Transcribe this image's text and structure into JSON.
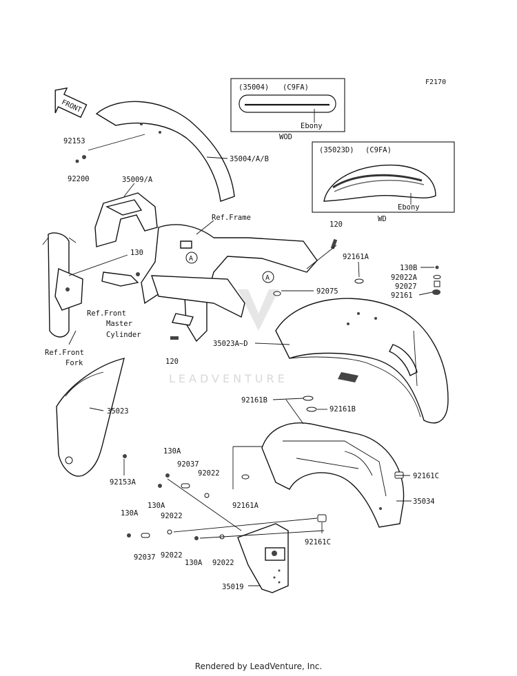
{
  "figure_id": "F2170",
  "front_label": "FRONT",
  "watermark": "LEADVENTURE",
  "footer": "Rendered by LeadVenture, Inc.",
  "inset_wod": {
    "code": "(35004)",
    "color_code": "(C9FA)",
    "color": "Ebony",
    "label": "WOD"
  },
  "inset_wd": {
    "code": "(35023D)",
    "color_code": "(C9FA)",
    "color": "Ebony",
    "label": "WD"
  },
  "callout_a": "A",
  "labels": {
    "p92153": "92153",
    "p92200": "92200",
    "p35004": "35004/A/B",
    "p35009": "35009/A",
    "ref_frame": "Ref.Frame",
    "p120_top": "120",
    "p130_mid": "130",
    "ref_fmc_1": "Ref.Front",
    "ref_fmc_2": "Master",
    "ref_fmc_3": "Cylinder",
    "p120_bot": "120",
    "ref_ff_1": "Ref.Front",
    "ref_ff_2": "Fork",
    "p92161A_top": "92161A",
    "p92075": "92075",
    "p130B": "130B",
    "p92022A": "92022A",
    "p92027": "92027",
    "p92161": "92161",
    "p35023A": "35023A~D",
    "p92161B_l": "92161B",
    "p92161B_r": "92161B",
    "p35023": "35023",
    "p92153A": "92153A",
    "p130A_1": "130A",
    "p92037_1": "92037",
    "p92022_1": "92022",
    "p130A_2": "130A",
    "p92022_2": "92022",
    "p92161A_bot": "92161A",
    "p92161C_r": "92161C",
    "p35034": "35034",
    "p130A_3": "130A",
    "p92037_2": "92037",
    "p92022_3": "92022",
    "p130A_4": "130A",
    "p92022_4": "92022",
    "p92161C_b": "92161C",
    "p35019": "35019"
  }
}
